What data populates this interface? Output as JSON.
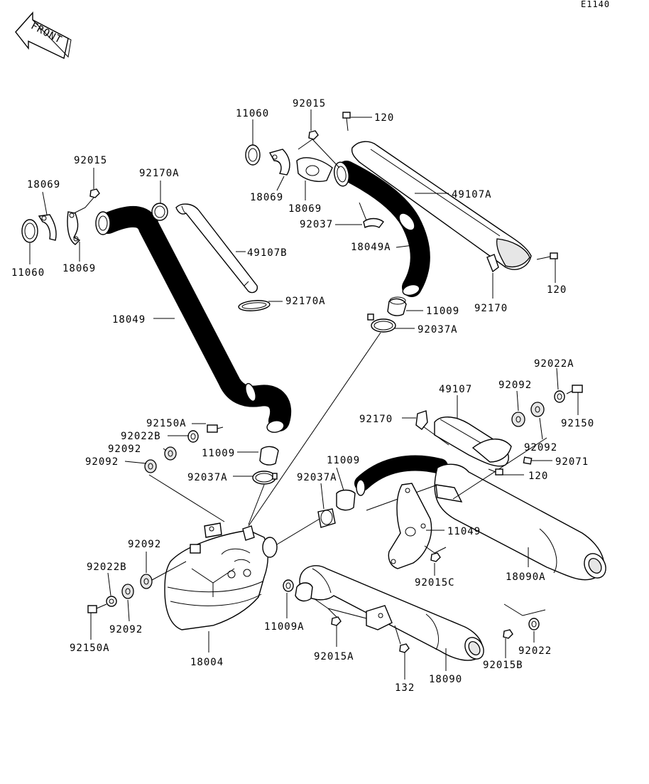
{
  "diagram": {
    "ref_code": "E1140",
    "front_label": "FRONT",
    "labels": [
      {
        "id": "11060-left",
        "text": "11060"
      },
      {
        "id": "18069-left-top",
        "text": "18069"
      },
      {
        "id": "92015-left",
        "text": "92015"
      },
      {
        "id": "18069-left-bottom",
        "text": "18069"
      },
      {
        "id": "92170A-top",
        "text": "92170A"
      },
      {
        "id": "49107B",
        "text": "49107B"
      },
      {
        "id": "92170A-mid",
        "text": "92170A"
      },
      {
        "id": "18049",
        "text": "18049"
      },
      {
        "id": "11060-top",
        "text": "11060"
      },
      {
        "id": "92015-top",
        "text": "92015"
      },
      {
        "id": "120-top",
        "text": "120"
      },
      {
        "id": "18069-top-a",
        "text": "18069"
      },
      {
        "id": "18069-top-b",
        "text": "18069"
      },
      {
        "id": "49107A",
        "text": "49107A"
      },
      {
        "id": "92037",
        "text": "92037"
      },
      {
        "id": "18049A",
        "text": "18049A"
      },
      {
        "id": "120-right",
        "text": "120"
      },
      {
        "id": "92170",
        "text": "92170"
      },
      {
        "id": "11009-top",
        "text": "11009"
      },
      {
        "id": "92037A-top",
        "text": "92037A"
      },
      {
        "id": "92022A",
        "text": "92022A"
      },
      {
        "id": "49107",
        "text": "49107"
      },
      {
        "id": "92092-right-top",
        "text": "92092"
      },
      {
        "id": "92170-mid",
        "text": "92170"
      },
      {
        "id": "92150",
        "text": "92150"
      },
      {
        "id": "92092-right-bottom",
        "text": "92092"
      },
      {
        "id": "92071",
        "text": "92071"
      },
      {
        "id": "120-mid",
        "text": "120"
      },
      {
        "id": "92150A-top",
        "text": "92150A"
      },
      {
        "id": "92022B-top",
        "text": "92022B"
      },
      {
        "id": "92092-left-a",
        "text": "92092"
      },
      {
        "id": "92092-left-b",
        "text": "92092"
      },
      {
        "id": "11009-left",
        "text": "11009"
      },
      {
        "id": "11009-mid",
        "text": "11009"
      },
      {
        "id": "92037A-left",
        "text": "92037A"
      },
      {
        "id": "92037A-mid",
        "text": "92037A"
      },
      {
        "id": "11049",
        "text": "11049"
      },
      {
        "id": "92092-bottom-left",
        "text": "92092"
      },
      {
        "id": "92022B-bottom",
        "text": "92022B"
      },
      {
        "id": "92092-bottom",
        "text": "92092"
      },
      {
        "id": "92015C",
        "text": "92015C"
      },
      {
        "id": "18090A",
        "text": "18090A"
      },
      {
        "id": "92150A-bottom",
        "text": "92150A"
      },
      {
        "id": "11009A",
        "text": "11009A"
      },
      {
        "id": "18004",
        "text": "18004"
      },
      {
        "id": "92015A",
        "text": "92015A"
      },
      {
        "id": "92022",
        "text": "92022"
      },
      {
        "id": "92015B",
        "text": "92015B"
      },
      {
        "id": "18090",
        "text": "18090"
      },
      {
        "id": "132",
        "text": "132"
      }
    ]
  }
}
